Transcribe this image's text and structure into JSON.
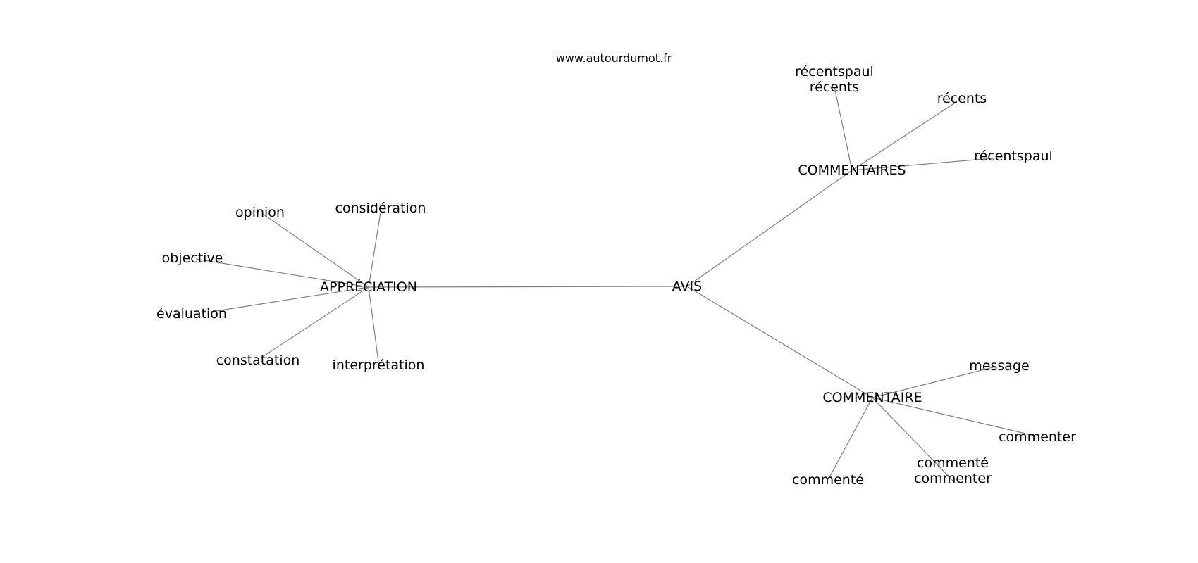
{
  "watermark": "www.autourdumot.fr",
  "graph": {
    "nodes": [
      {
        "id": "avis",
        "lines": [
          "AVIS"
        ]
      },
      {
        "id": "appreciation",
        "lines": [
          "APPRÉCIATION"
        ]
      },
      {
        "id": "commentaires",
        "lines": [
          "COMMENTAIRES"
        ]
      },
      {
        "id": "commentaire",
        "lines": [
          "COMMENTAIRE"
        ]
      },
      {
        "id": "recentspaul-recents",
        "lines": [
          "récentspaul",
          "récents"
        ]
      },
      {
        "id": "recents",
        "lines": [
          "récents"
        ]
      },
      {
        "id": "recentspaul",
        "lines": [
          "récentspaul"
        ]
      },
      {
        "id": "opinion",
        "lines": [
          "opinion"
        ]
      },
      {
        "id": "consideration",
        "lines": [
          "considération"
        ]
      },
      {
        "id": "objective",
        "lines": [
          "objective"
        ]
      },
      {
        "id": "evaluation",
        "lines": [
          "évaluation"
        ]
      },
      {
        "id": "constatation",
        "lines": [
          "constatation"
        ]
      },
      {
        "id": "interpretation",
        "lines": [
          "interprétation"
        ]
      },
      {
        "id": "message",
        "lines": [
          "message"
        ]
      },
      {
        "id": "commenter",
        "lines": [
          "commenter"
        ]
      },
      {
        "id": "commente",
        "lines": [
          "commenté"
        ]
      },
      {
        "id": "commente-commenter",
        "lines": [
          "commenté",
          "commenter"
        ]
      }
    ],
    "edges": [
      [
        "avis",
        "appreciation"
      ],
      [
        "avis",
        "commentaires"
      ],
      [
        "avis",
        "commentaire"
      ],
      [
        "commentaires",
        "recentspaul-recents"
      ],
      [
        "commentaires",
        "recents"
      ],
      [
        "commentaires",
        "recentspaul"
      ],
      [
        "appreciation",
        "opinion"
      ],
      [
        "appreciation",
        "consideration"
      ],
      [
        "appreciation",
        "objective"
      ],
      [
        "appreciation",
        "evaluation"
      ],
      [
        "appreciation",
        "constatation"
      ],
      [
        "appreciation",
        "interpretation"
      ],
      [
        "commentaire",
        "message"
      ],
      [
        "commentaire",
        "commenter"
      ],
      [
        "commentaire",
        "commente"
      ],
      [
        "commentaire",
        "commente-commenter"
      ]
    ]
  }
}
